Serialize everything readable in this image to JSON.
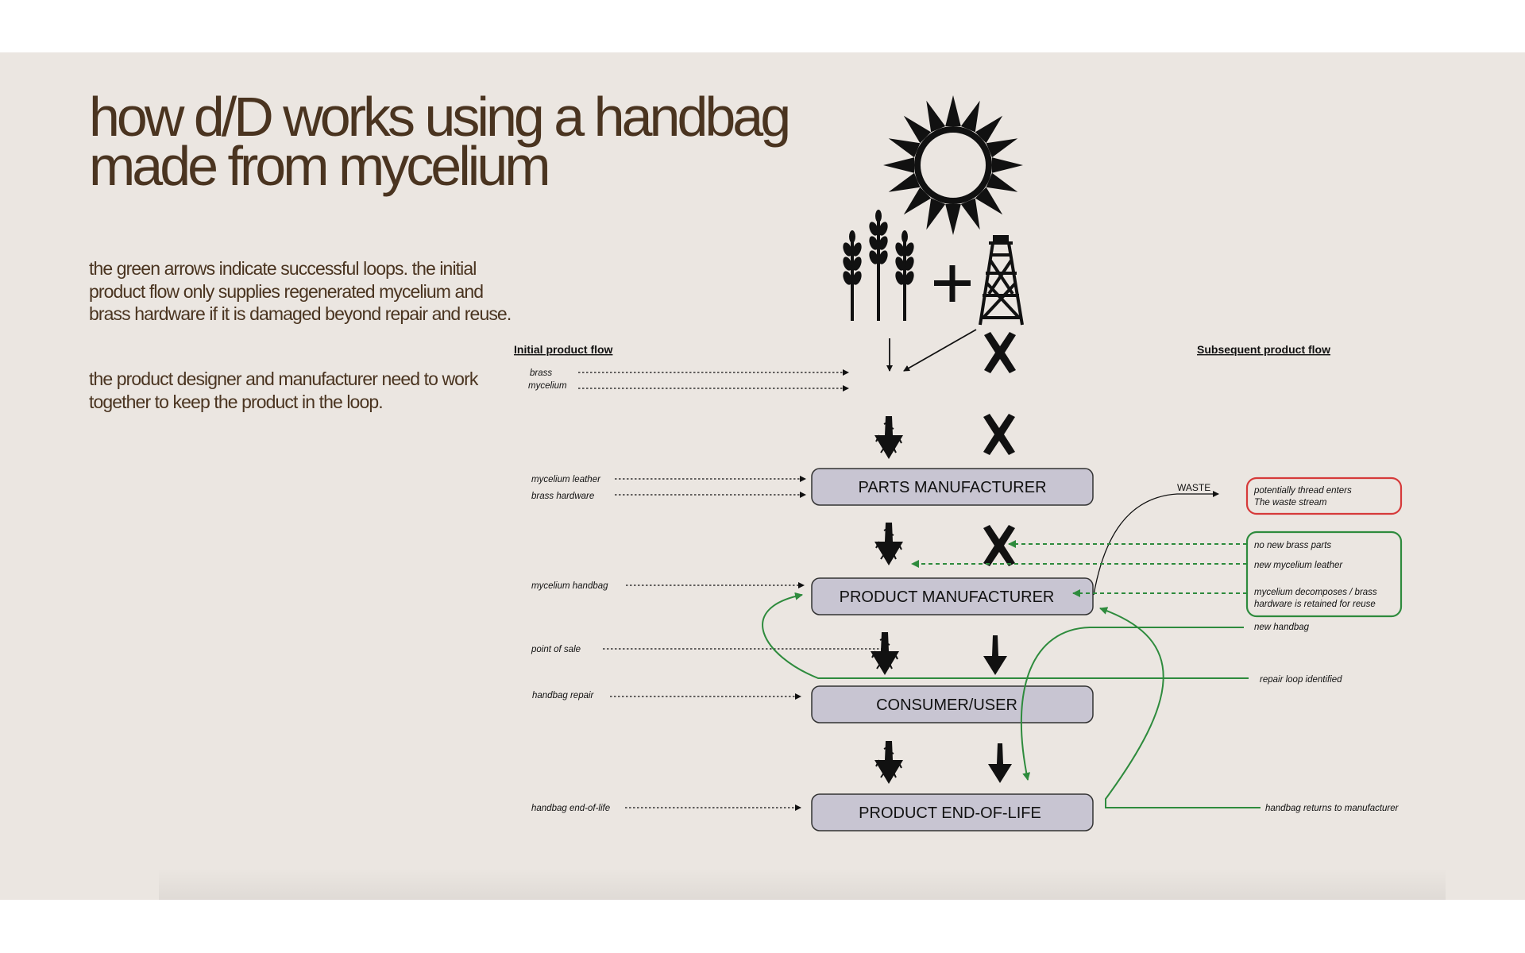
{
  "title_lines": [
    "how d/D works using a handbag",
    "made from mycelium"
  ],
  "paragraphs": [
    "the green arrows indicate successful loops.  the initial product flow only supplies regenerated mycelium and brass hardware if it is damaged beyond repair and reuse.",
    "the product designer and manufacturer need to work together to keep the product in the loop."
  ],
  "headers": {
    "initial": "Initial product flow",
    "subsequent": "Subsequent product flow"
  },
  "boxes": {
    "parts": "PARTS MANUFACTURER",
    "product": "PRODUCT MANUFACTURER",
    "consumer": "CONSUMER/USER",
    "eol": "PRODUCT END-OF-LIFE"
  },
  "left_labels": {
    "brass": "brass",
    "mycelium": "mycelium",
    "mycelium_leather": "mycelium leather",
    "brass_hardware": "brass hardware",
    "mycelium_handbag": "mycelium handbag",
    "point_of_sale": "point of sale",
    "handbag_repair": "handbag repair",
    "handbag_eol": "handbag end-of-life"
  },
  "waste_label": "WASTE",
  "red_box_lines": [
    "potentially thread enters",
    "The waste stream"
  ],
  "green_box_lines": {
    "no_brass": "no new brass parts",
    "new_leather": "new mycelium leather",
    "decomposes_1": "mycelium decomposes / brass",
    "decomposes_2": "hardware is retained for reuse"
  },
  "right_labels": {
    "new_handbag": "new handbag",
    "repair_loop": "repair loop identified",
    "returns": "handbag returns to manufacturer"
  },
  "icons": [
    "sun-icon",
    "wheat-icon",
    "plus-icon",
    "oil-derrick-icon",
    "cross-icon",
    "down-arrow-icon"
  ],
  "colors": {
    "background": "#ebe6e1",
    "title": "#4a3420",
    "green_loop": "#2e8b3d",
    "red_box": "#d63a3a",
    "box_fill": "#c8c5d2"
  }
}
